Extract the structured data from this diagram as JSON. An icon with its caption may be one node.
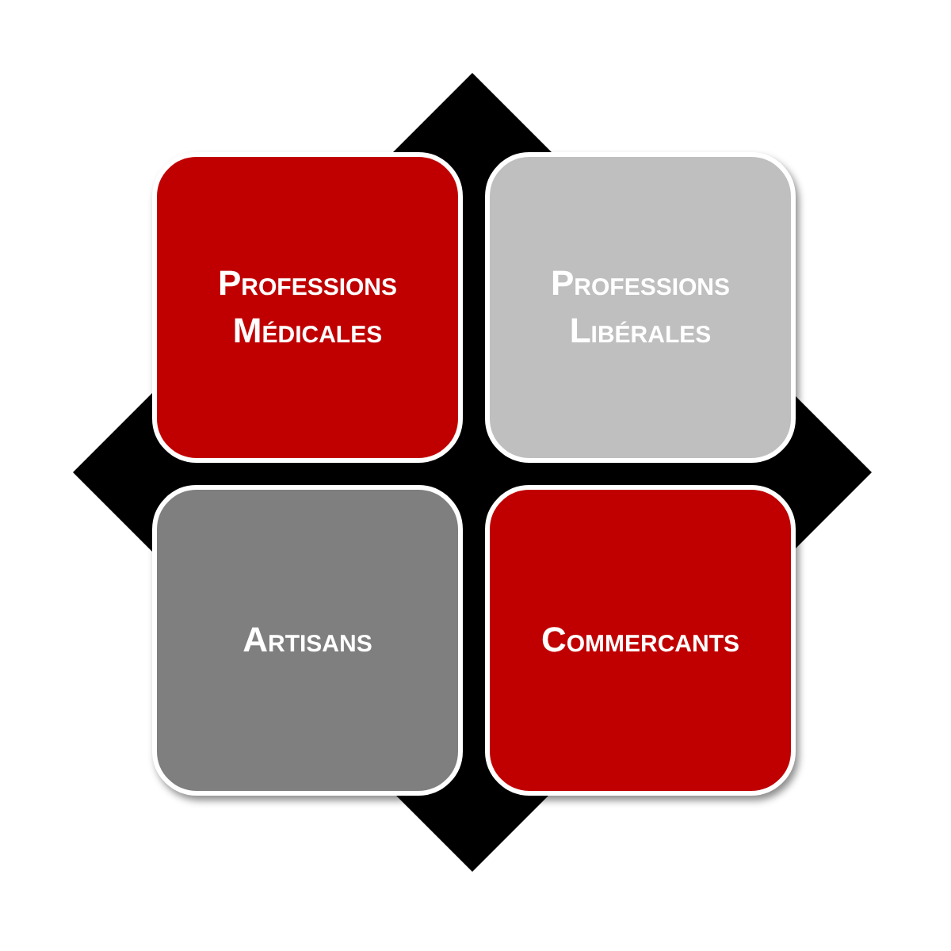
{
  "diagram": {
    "nodes": [
      {
        "text": [
          "Professions Médicales"
        ]
      },
      {
        "text": [
          "Professions Libérales"
        ]
      },
      {
        "text": [
          "Artisans"
        ]
      },
      {
        "text": [
          "Commercants"
        ]
      }
    ]
  }
}
